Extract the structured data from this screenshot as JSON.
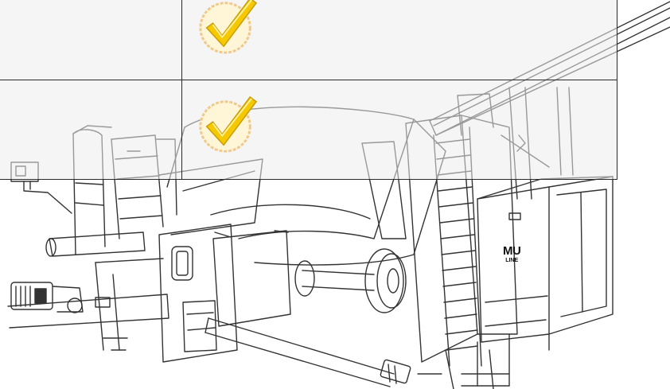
{
  "logo": {
    "line1": "MU",
    "line2": "LINE"
  },
  "table": {
    "rows": [
      {
        "status": "check"
      },
      {
        "status": "check"
      }
    ]
  },
  "colors": {
    "check": "#f5c800",
    "check_dark": "#c79d00",
    "badge": "#fff6d8",
    "badge_border": "#f0c98a",
    "grid_line": "#2a2a2a",
    "drawing": "#333333"
  },
  "icons": {
    "status": "checkmark-icon",
    "badge": "scalloped-badge-icon"
  }
}
